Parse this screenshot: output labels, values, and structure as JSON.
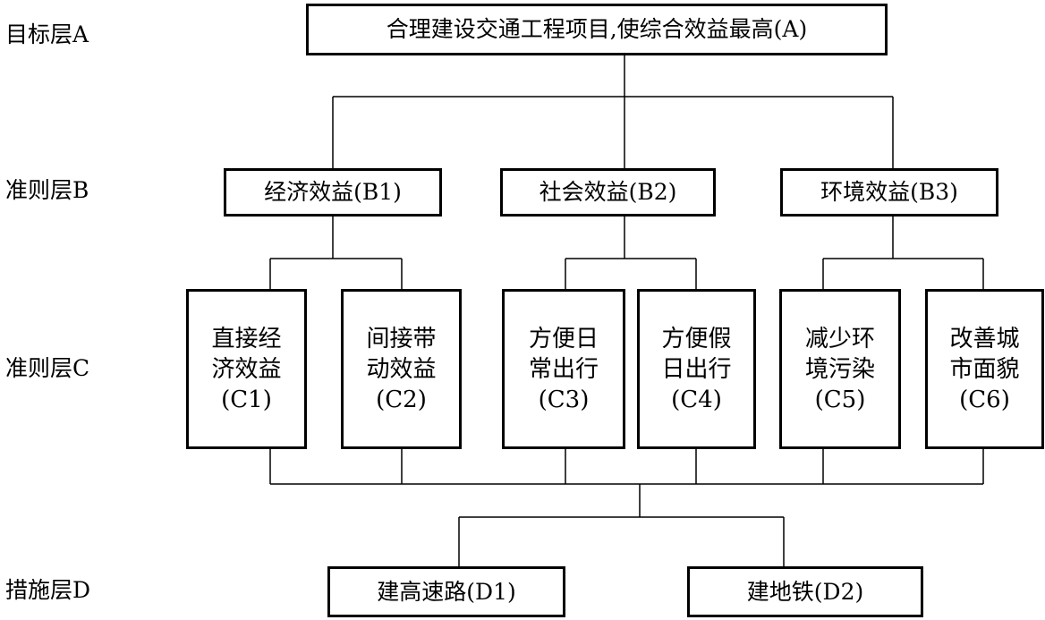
{
  "layers": {
    "a": "目标层A",
    "b": "准则层B",
    "c": "准则层C",
    "d": "措施层D"
  },
  "goal": {
    "label": "合理建设交通工程项目,使综合效益最高(A)"
  },
  "criteria_b": [
    {
      "label": "经济效益(B1)"
    },
    {
      "label": "社会效益(B2)"
    },
    {
      "label": "环境效益(B3)"
    }
  ],
  "criteria_c": [
    {
      "line1": "直接经",
      "line2": "济效益",
      "line3": "(C1)"
    },
    {
      "line1": "间接带",
      "line2": "动效益",
      "line3": "(C2)"
    },
    {
      "line1": "方便日",
      "line2": "常出行",
      "line3": "(C3)"
    },
    {
      "line1": "方便假",
      "line2": "日出行",
      "line3": "(C4)"
    },
    {
      "line1": "减少环",
      "line2": "境污染",
      "line3": "(C5)"
    },
    {
      "line1": "改善城",
      "line2": "市面貌",
      "line3": "(C6)"
    }
  ],
  "measures_d": [
    {
      "label": "建高速路(D1)"
    },
    {
      "label": "建地铁(D2)"
    }
  ]
}
